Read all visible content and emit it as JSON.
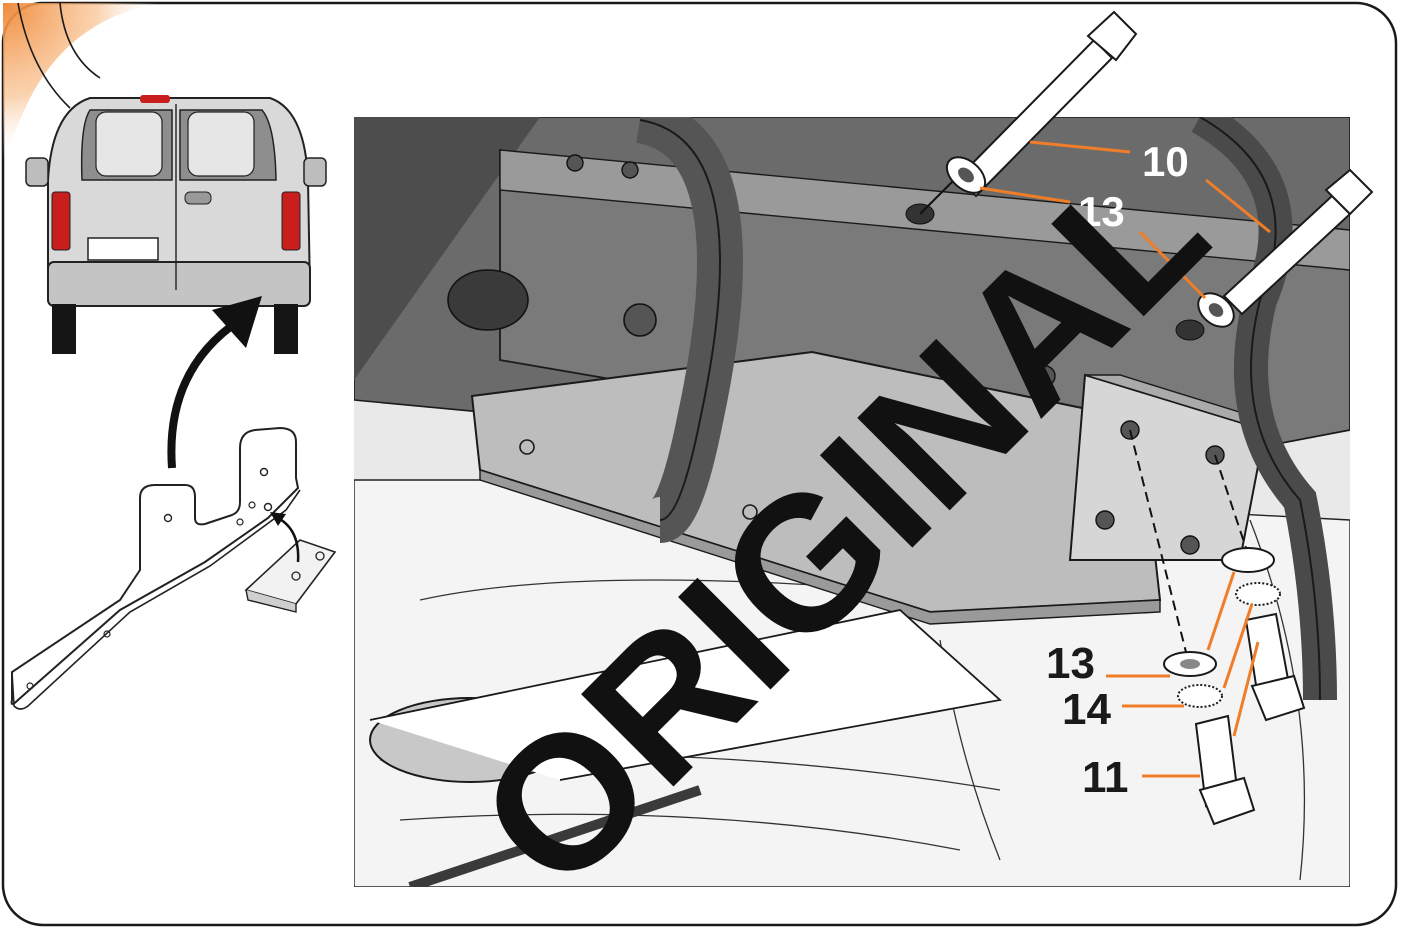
{
  "callouts": {
    "top_bolt": "10",
    "top_washer": "13",
    "lower_washer": "13",
    "lock_washer": "14",
    "lower_bolt": "11"
  },
  "watermark": "ORIGINAL",
  "colors": {
    "leader": "#f07d28",
    "accent_corner": "#f7a35c",
    "frame": "#1a1a1a",
    "dark_metal": "#5a5a5a",
    "mid_metal": "#9a9a9a",
    "light_metal": "#d6d6d6"
  }
}
